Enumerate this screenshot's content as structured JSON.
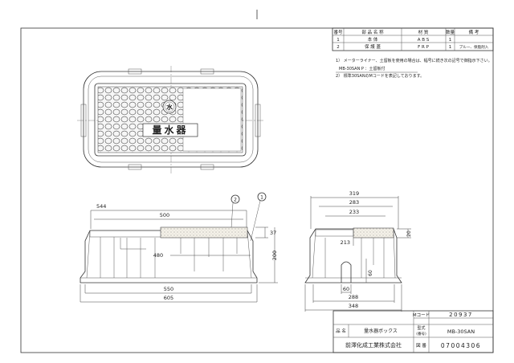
{
  "parts_table": {
    "headers": [
      "番号",
      "部 品 名 称",
      "材 質",
      "数量",
      "備 考"
    ],
    "rows": [
      [
        "1",
        "本 体",
        "A B S",
        "1",
        ""
      ],
      [
        "2",
        "保 護 蓋",
        "F R P",
        "1",
        "ブルー、保脂剤入"
      ]
    ]
  },
  "notes": [
    "1） メーターライナー、土留板を使用の場合は、幅号に続き次の記号で御指示下さい。",
    "MB-30SAN P ：土留板付",
    "2） 標準30SANのMコードを表記しております。"
  ],
  "lid_emblem": "水",
  "lid_text": "量水器",
  "callouts": [
    "2",
    "1"
  ],
  "dimensions_front": {
    "top_outer": "544",
    "top_inner": "500",
    "inner_depth_lbl": "480",
    "lid_thickness": "37",
    "height": "200",
    "bottom_inner": "550",
    "bottom_outer": "605"
  },
  "dimensions_side": {
    "w1": "319",
    "w2": "283",
    "w3": "233",
    "w4": "213",
    "top_r": "20",
    "slot_h": "60",
    "b1": "60",
    "b2": "288",
    "b3": "348"
  },
  "title_block": {
    "m_code_label": "Mコード",
    "m_code_value": "20937",
    "name_label": "品 名",
    "name_value": "量水器ボックス",
    "model_label_1": "型式",
    "model_label_2": "(番号)",
    "model_value": "MB-30SAN",
    "company": "前澤化成工業株式会社",
    "drawing_label": "図 番",
    "drawing_value": "07004306"
  }
}
